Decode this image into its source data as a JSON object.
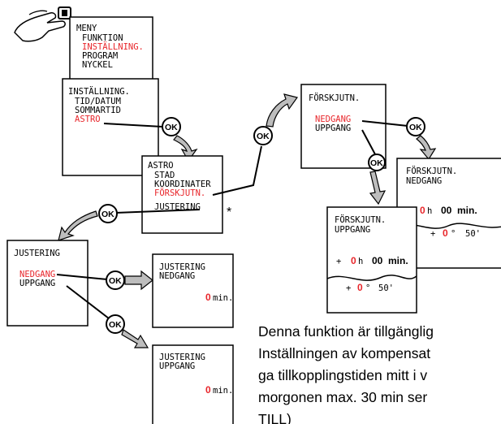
{
  "menu": {
    "title": "MENY",
    "items": [
      "FUNKTION",
      "INSTÄLLNING.",
      "PROGRAM",
      "NYCKEL"
    ]
  },
  "installning": {
    "title": "INSTÄLLNING.",
    "items": [
      "TID/DATUM",
      "SOMMARTID",
      "ASTRO"
    ]
  },
  "astro": {
    "title": "ASTRO",
    "items": [
      "STAD",
      "KOORDINATER",
      "FÖRSKJUTN.",
      "JUSTERING"
    ],
    "asterisk": "*"
  },
  "justering": {
    "title": "JUSTERING",
    "items": [
      "NEDGANG",
      "UPPGANG"
    ]
  },
  "justering_nedgang": {
    "title": "JUSTERING",
    "sub": "NEDGANG",
    "value": "0",
    "unit": "min."
  },
  "justering_uppgang": {
    "title": "JUSTERING",
    "sub": "UPPGANG",
    "value": "0",
    "unit": "min."
  },
  "forskjutn": {
    "title": "FÖRSKJUTN.",
    "items": [
      "NEDGANG",
      "UPPGANG"
    ]
  },
  "forskjutn_nedgang": {
    "title": "FÖRSKJUTN.",
    "sub": "NEDGANG",
    "plus": "+",
    "hours": "0",
    "h": "h",
    "mins": "00",
    "min": "min.",
    "plus2": "+",
    "deg": "0",
    "deg_sym": "°",
    "arcmin": "50'"
  },
  "forskjutn_uppgang": {
    "title": "FÖRSKJUTN.",
    "sub": "UPPGANG",
    "plus": "+",
    "hours": "0",
    "h": "h",
    "mins": "00",
    "min": "min.",
    "plus2": "+",
    "deg": "0",
    "deg_sym": "°",
    "arcmin": "50'"
  },
  "ok_label": "OK",
  "caption_lines": [
    "Denna funktion är tillgänglig",
    "Inställningen av kompensat",
    "ga tillkopplingstiden mitt i v",
    "morgonen max. 30 min ser",
    "TILL)"
  ],
  "colors": {
    "accent_red": "#e8262b",
    "arrow_gray": "#bdbdbd"
  }
}
